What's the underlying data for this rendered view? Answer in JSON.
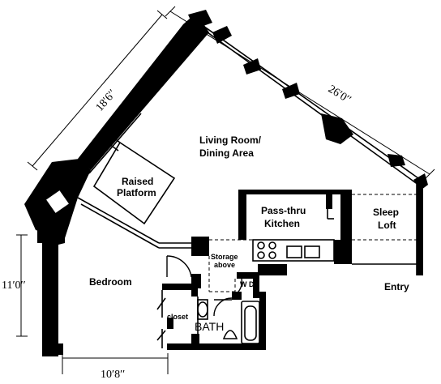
{
  "rooms": {
    "living_line1": "Living Room/",
    "living_line2": "Dining Area",
    "raised_line1": "Raised",
    "raised_line2": "Platform",
    "kitchen_line1": "Pass-thru",
    "kitchen_line2": "Kitchen",
    "loft_line1": "Sleep",
    "loft_line2": "Loft",
    "bedroom": "Bedroom",
    "storage_line1": "Storage",
    "storage_line2": "above",
    "wd": "W D",
    "closet": "closet",
    "bath": "BATH",
    "entry": "Entry"
  },
  "dimensions": {
    "left_wall": "18′6′′",
    "window_wall": "26′0′′",
    "bedroom_height": "11′0′′",
    "bedroom_width": "10′8′′"
  }
}
